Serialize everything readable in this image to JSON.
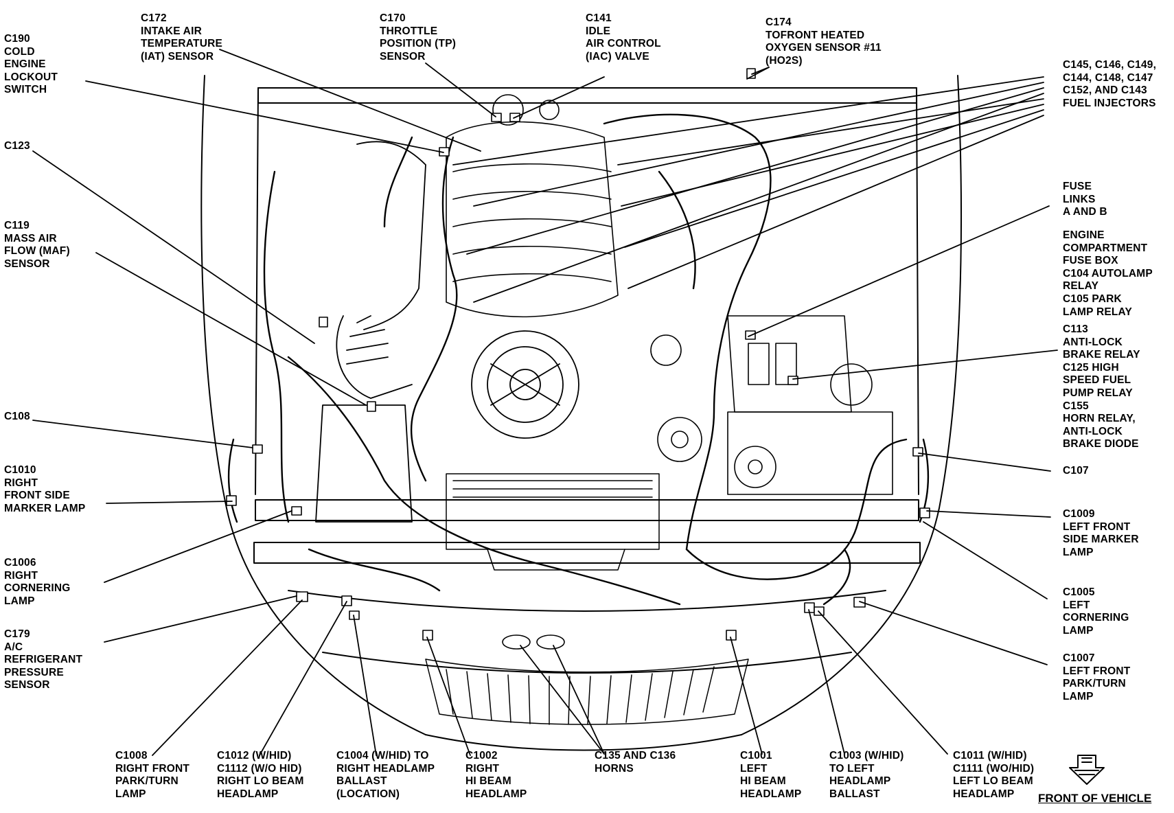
{
  "diagram": {
    "front_label": "FRONT OF VEHICLE",
    "labels": [
      {
        "id": "c172",
        "text": "C172\nINTAKE AIR\nTEMPERATURE\n(IAT) SENSOR"
      },
      {
        "id": "c170",
        "text": "C170\nTHROTTLE\nPOSITION (TP)\nSENSOR"
      },
      {
        "id": "c141",
        "text": "C141\nIDLE\nAIR CONTROL\n(IAC) VALVE"
      },
      {
        "id": "c174",
        "text": "C174\nTOFRONT HEATED\nOXYGEN SENSOR #11\n(HO2S)"
      },
      {
        "id": "c190",
        "text": "C190\nCOLD\nENGINE\nLOCKOUT\nSWITCH"
      },
      {
        "id": "c123",
        "text": "C123"
      },
      {
        "id": "c119",
        "text": "C119\nMASS AIR\nFLOW (MAF)\nSENSOR"
      },
      {
        "id": "c108",
        "text": "C108"
      },
      {
        "id": "c1010",
        "text": "C1010\nRIGHT\nFRONT SIDE\nMARKER LAMP"
      },
      {
        "id": "c1006",
        "text": "C1006\nRIGHT\nCORNERING\nLAMP"
      },
      {
        "id": "c179",
        "text": "C179\nA/C\nREFRIGERANT\nPRESSURE\nSENSOR"
      },
      {
        "id": "injectors",
        "text": "C145, C146, C149,\nC144, C148, C147\nC152, AND C143\nFUEL INJECTORS"
      },
      {
        "id": "fuselinks",
        "text": "FUSE\nLINKS\nA AND B"
      },
      {
        "id": "fusebox",
        "text": "ENGINE\nCOMPARTMENT\nFUSE BOX\nC104 AUTOLAMP\nRELAY\nC105 PARK\nLAMP RELAY"
      },
      {
        "id": "c113",
        "text": "C113\nANTI-LOCK\nBRAKE RELAY\nC125 HIGH\nSPEED FUEL\nPUMP RELAY\nC155\nHORN RELAY,\nANTI-LOCK\nBRAKE DIODE"
      },
      {
        "id": "c107",
        "text": "C107"
      },
      {
        "id": "c1009",
        "text": "C1009\nLEFT FRONT\nSIDE MARKER\nLAMP"
      },
      {
        "id": "c1005",
        "text": "C1005\nLEFT\nCORNERING\nLAMP"
      },
      {
        "id": "c1007",
        "text": "C1007\nLEFT FRONT\nPARK/TURN\nLAMP"
      },
      {
        "id": "c1008",
        "text": "C1008\nRIGHT FRONT\nPARK/TURN\nLAMP"
      },
      {
        "id": "c1012",
        "text": "C1012 (W/HID)\nC1112 (W/O HID)\nRIGHT LO BEAM\nHEADLAMP"
      },
      {
        "id": "c1004",
        "text": "C1004 (W/HID) TO\nRIGHT HEADLAMP\nBALLAST\n(LOCATION)"
      },
      {
        "id": "c1002",
        "text": "C1002\nRIGHT\nHI BEAM\nHEADLAMP"
      },
      {
        "id": "c135",
        "text": "C135 AND C136\nHORNS"
      },
      {
        "id": "c1001",
        "text": "C1001\nLEFT\nHI BEAM\nHEADLAMP"
      },
      {
        "id": "c1003",
        "text": "C1003 (W/HID)\nTO LEFT\nHEADLAMP\nBALLAST"
      },
      {
        "id": "c1011",
        "text": "C1011 (W/HID)\nC1111 (WO/HID)\nLEFT LO BEAM\nHEADLAMP"
      }
    ]
  }
}
